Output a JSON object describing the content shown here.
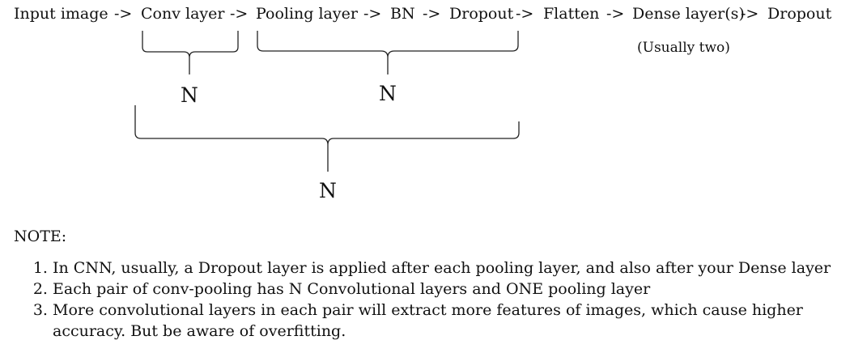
{
  "flow": {
    "input": "Input image",
    "arrow1": "->",
    "conv": "Conv layer",
    "arrow2": "->",
    "pooling": "Pooling layer",
    "arrow3": "->",
    "bn": "BN",
    "arrow4": "->",
    "dropout1": "Dropout",
    "arrow5": "->",
    "flatten": "Flatten",
    "arrow6": "->",
    "dense": "Dense layer(s)",
    "arrow7": "->",
    "dropout2": "Dropout"
  },
  "dense_note": "(Usually two)",
  "braces": {
    "conv_n": "N",
    "pool_n": "N",
    "outer_n": "N"
  },
  "note": {
    "heading": "NOTE:",
    "items": [
      "In CNN, usually, a Dropout layer is applied after each pooling layer, and also after your Dense layer",
      "Each pair of conv-pooling has N Convolutional layers and ONE pooling layer",
      "More convolutional layers in each pair will extract more features of images, which cause higher accuracy. But be aware of overfitting."
    ]
  }
}
